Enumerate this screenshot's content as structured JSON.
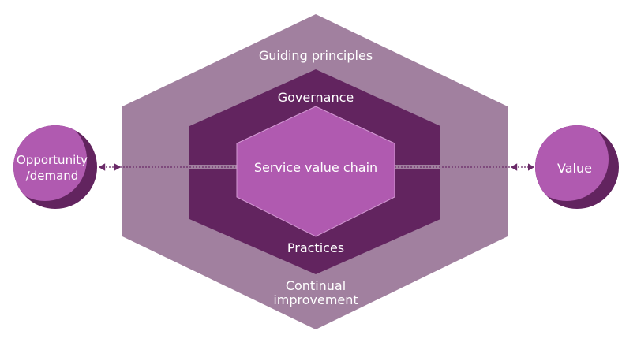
{
  "colors": {
    "outer": "#a1809f",
    "mid": "#62245f",
    "inner": "#b05ab0",
    "accent_dark": "#6a2a68",
    "text": "#ffffff"
  },
  "labels": {
    "guiding_principles": "Guiding principles",
    "governance": "Governance",
    "service_value_chain": "Service value chain",
    "practices": "Practices",
    "continual_improvement_line1": "Continual",
    "continual_improvement_line2": "improvement",
    "opportunity_line1": "Opportunity",
    "opportunity_line2": "/demand",
    "value": "Value"
  }
}
